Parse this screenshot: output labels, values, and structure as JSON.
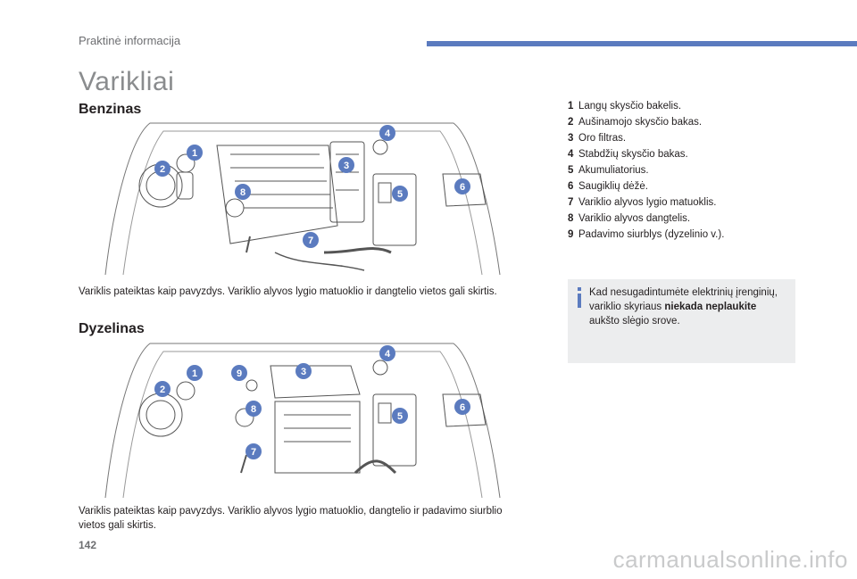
{
  "header": {
    "section_title": "Praktinė informacija",
    "bar_color": "#5b7bbf"
  },
  "page": {
    "title": "Varikliai",
    "number": "142"
  },
  "petrol": {
    "title": "Benzinas",
    "caption": "Variklis pateiktas kaip pavyzdys. Variklio alyvos lygio matuoklio ir dangtelio vietos gali skirtis.",
    "badges": [
      "1",
      "2",
      "3",
      "4",
      "5",
      "6",
      "7",
      "8"
    ]
  },
  "diesel": {
    "title": "Dyzelinas",
    "caption_line1": "Variklis pateiktas kaip pavyzdys. Variklio alyvos lygio matuoklio, dangtelio ir padavimo siurblio",
    "caption_line2": "vietos gali skirtis.",
    "badges": [
      "1",
      "2",
      "3",
      "4",
      "5",
      "6",
      "7",
      "8",
      "9"
    ]
  },
  "legend": [
    {
      "num": "1",
      "text": "Langų skysčio bakelis."
    },
    {
      "num": "2",
      "text": "Aušinamojo skysčio bakas."
    },
    {
      "num": "3",
      "text": "Oro filtras."
    },
    {
      "num": "4",
      "text": "Stabdžių skysčio bakas."
    },
    {
      "num": "5",
      "text": "Akumuliatorius."
    },
    {
      "num": "6",
      "text": "Saugiklių dėžė."
    },
    {
      "num": "7",
      "text": "Variklio alyvos lygio matuoklis."
    },
    {
      "num": "8",
      "text": "Variklio alyvos dangtelis."
    },
    {
      "num": "9",
      "text": "Padavimo siurblys (dyzelinio v.)."
    }
  ],
  "note": {
    "text_before": "Kad nesugadintumėte elektrinių įrenginių, variklio skyriaus ",
    "text_bold": "niekada neplaukite",
    "text_after": " aukšto slėgio srove.",
    "icon": "info-icon",
    "background": "#ecedee"
  },
  "watermark": "carmanualsonline.info",
  "colors": {
    "badge": "#5b7bbf",
    "line_art": "#555555"
  }
}
